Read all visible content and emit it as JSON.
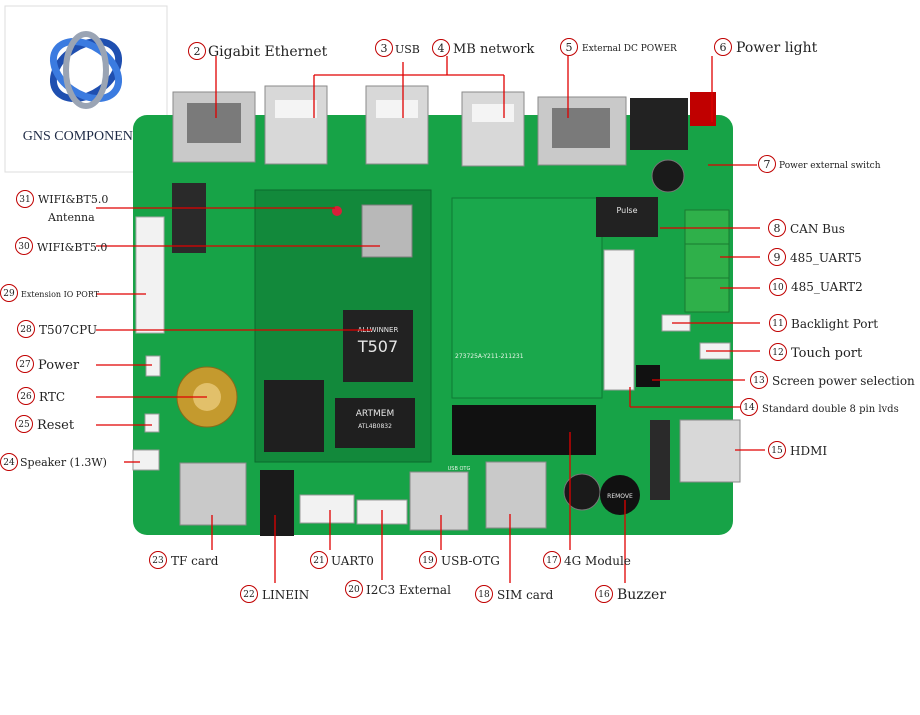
{
  "logo": {
    "text": "GNS COMPONENTS"
  },
  "board": {
    "cpu_marking": "T507",
    "cpu_brand": "ALLWINNER",
    "ram_brand": "ARTMEM",
    "ram_part": "ATL4B0832",
    "wifi_marking": "Pulse",
    "pcb_code": "273725A-Y211-211231",
    "usb_otg_silk": "USB OTG"
  },
  "labels": [
    {
      "num": "2",
      "text": "Gigabit Ethernet"
    },
    {
      "num": "3",
      "text": "USB"
    },
    {
      "num": "4",
      "text": "MB network"
    },
    {
      "num": "5",
      "text": "External DC POWER"
    },
    {
      "num": "6",
      "text": "Power light"
    },
    {
      "num": "7",
      "text": "Power external switch"
    },
    {
      "num": "8",
      "text": "CAN Bus"
    },
    {
      "num": "9",
      "text": "485_UART5"
    },
    {
      "num": "10",
      "text": "485_UART2"
    },
    {
      "num": "11",
      "text": "Backlight Port"
    },
    {
      "num": "12",
      "text": "Touch port"
    },
    {
      "num": "13",
      "text": "Screen power selection"
    },
    {
      "num": "14",
      "text": "Standard double 8 pin lvds"
    },
    {
      "num": "15",
      "text": "HDMI"
    },
    {
      "num": "16",
      "text": "Buzzer"
    },
    {
      "num": "17",
      "text": "4G Module"
    },
    {
      "num": "18",
      "text": "SIM card"
    },
    {
      "num": "19",
      "text": "USB-OTG"
    },
    {
      "num": "20",
      "text": "I2C3 External"
    },
    {
      "num": "21",
      "text": "UART0"
    },
    {
      "num": "22",
      "text": "LINEIN"
    },
    {
      "num": "23",
      "text": "TF card"
    },
    {
      "num": "24",
      "text": "Speaker (1.3W)"
    },
    {
      "num": "25",
      "text": "Reset"
    },
    {
      "num": "26",
      "text": "RTC"
    },
    {
      "num": "27",
      "text": "Power"
    },
    {
      "num": "28",
      "text": "T507CPU"
    },
    {
      "num": "29",
      "text": "Extension IO PORT"
    },
    {
      "num": "30",
      "text": "WIFI&BT5.0"
    },
    {
      "num": "31",
      "text": "WIFI&BT5.0",
      "text2": "Antenna"
    }
  ],
  "colors": {
    "pcb": "#16a34a",
    "pcb_dark": "#0f7a34",
    "leader": "#e00000",
    "connector_green": "#2fb04a"
  }
}
